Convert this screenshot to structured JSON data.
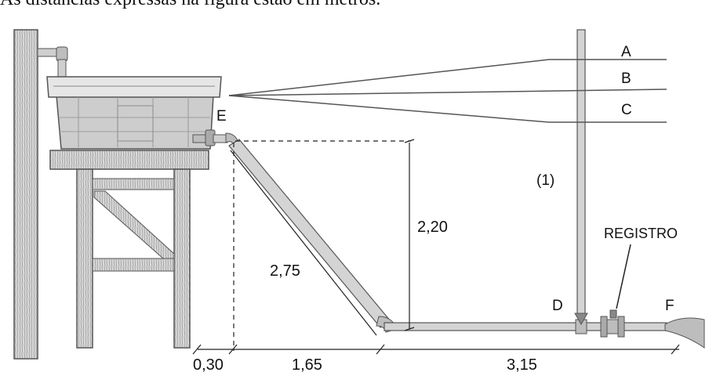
{
  "header": {
    "text": "As distâncias expressas na figura estão em metros."
  },
  "labels": {
    "A": "A",
    "B": "B",
    "C": "C",
    "E": "E",
    "D": "D",
    "F": "F",
    "pipe_1": "(1)",
    "registro": "REGISTRO"
  },
  "dimensions": {
    "vertical": "2,20",
    "diagonal": "2,75",
    "bottom_left": "0,30",
    "bottom_middle": "1,65",
    "bottom_right": "3,15"
  }
}
